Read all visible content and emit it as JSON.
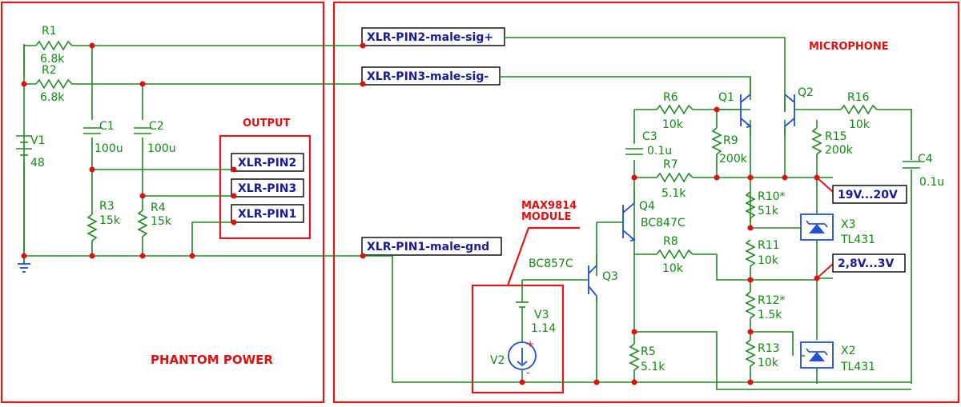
{
  "sections": {
    "phantom": "PHANTOM POWER",
    "output": "OUTPUT",
    "microphone": "MICROPHONE",
    "module": "MAX9814\nMODULE"
  },
  "connectors": {
    "sig_plus": "XLR-PIN2-male-sig+",
    "sig_minus": "XLR-PIN3-male-sig-",
    "gnd": "XLR-PIN1-male-gnd",
    "out_pin2": "XLR-PIN2",
    "out_pin3": "XLR-PIN3",
    "out_pin1": "XLR-PIN1",
    "v_high": "19V...20V",
    "v_low": "2,8V...3V"
  },
  "components": {
    "R1": {
      "name": "R1",
      "value": "6.8k"
    },
    "R2": {
      "name": "R2",
      "value": "6.8k"
    },
    "R3": {
      "name": "R3",
      "value": "15k"
    },
    "R4": {
      "name": "R4",
      "value": "15k"
    },
    "R5": {
      "name": "R5",
      "value": "5.1k"
    },
    "R6": {
      "name": "R6",
      "value": "10k"
    },
    "R7": {
      "name": "R7",
      "value": "5.1k"
    },
    "R8": {
      "name": "R8",
      "value": "10k"
    },
    "R9": {
      "name": "R9",
      "value": "200k"
    },
    "R10": {
      "name": "R10*",
      "value": "51k"
    },
    "R11": {
      "name": "R11",
      "value": "10k"
    },
    "R12": {
      "name": "R12*",
      "value": "1.5k"
    },
    "R13": {
      "name": "R13",
      "value": "10k"
    },
    "R15": {
      "name": "R15",
      "value": "200k"
    },
    "R16": {
      "name": "R16",
      "value": "10k"
    },
    "C1": {
      "name": "C1",
      "value": "100u"
    },
    "C2": {
      "name": "C2",
      "value": "100u"
    },
    "C3": {
      "name": "C3",
      "value": "0.1u"
    },
    "C4": {
      "name": "C4",
      "value": "0.1u"
    },
    "V1": {
      "name": "V1",
      "value": "48"
    },
    "V2": {
      "name": "V2",
      "value": ""
    },
    "V3": {
      "name": "V3",
      "value": "1.14"
    },
    "Q1": {
      "name": "Q1",
      "value": ""
    },
    "Q2": {
      "name": "Q2",
      "value": ""
    },
    "Q3": {
      "name": "Q3",
      "value": "BC857C"
    },
    "Q4": {
      "name": "Q4",
      "value": "BC847C"
    },
    "X2": {
      "name": "X2",
      "value": "TL431"
    },
    "X3": {
      "name": "X3",
      "value": "TL431"
    }
  }
}
